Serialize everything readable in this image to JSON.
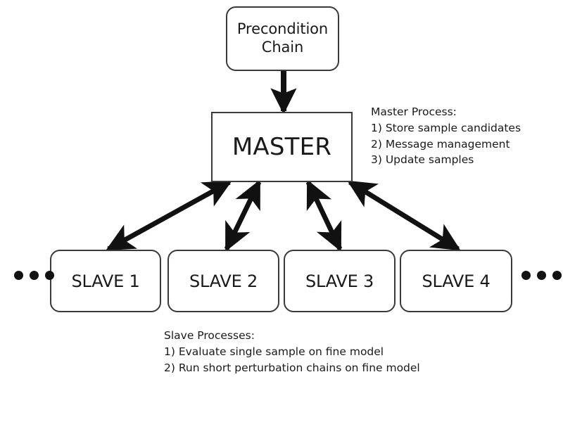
{
  "diagram": {
    "title": "Master-Slave Parallel Sampling Process Diagram",
    "colors": {
      "stroke": "#3a3a3a",
      "arrow": "#111111",
      "text": "#1a1a1a",
      "background": "#ffffff"
    },
    "nodes": {
      "precondition": {
        "label": "Precondition\nChain",
        "line1": "Precondition",
        "line2": "Chain"
      },
      "master": {
        "label": "MASTER"
      },
      "slaves": [
        {
          "label": "SLAVE 1"
        },
        {
          "label": "SLAVE 2"
        },
        {
          "label": "SLAVE 3"
        },
        {
          "label": "SLAVE 4"
        }
      ],
      "ellipsis_left": "•••",
      "ellipsis_right": "•••"
    },
    "annotations": {
      "master_process": {
        "title": "Master Process:",
        "items": [
          "1) Store sample candidates",
          "2) Message management",
          "3) Update samples"
        ]
      },
      "slave_processes": {
        "title": "Slave Processes:",
        "items": [
          "1) Evaluate single sample on fine model",
          "2) Run short perturbation chains on fine model"
        ]
      }
    },
    "edges": [
      {
        "from": "precondition",
        "to": "master",
        "type": "single-arrow"
      },
      {
        "from": "master",
        "to": "slave-1",
        "type": "double-arrow"
      },
      {
        "from": "master",
        "to": "slave-2",
        "type": "double-arrow"
      },
      {
        "from": "master",
        "to": "slave-3",
        "type": "double-arrow"
      },
      {
        "from": "master",
        "to": "slave-4",
        "type": "double-arrow"
      }
    ]
  }
}
